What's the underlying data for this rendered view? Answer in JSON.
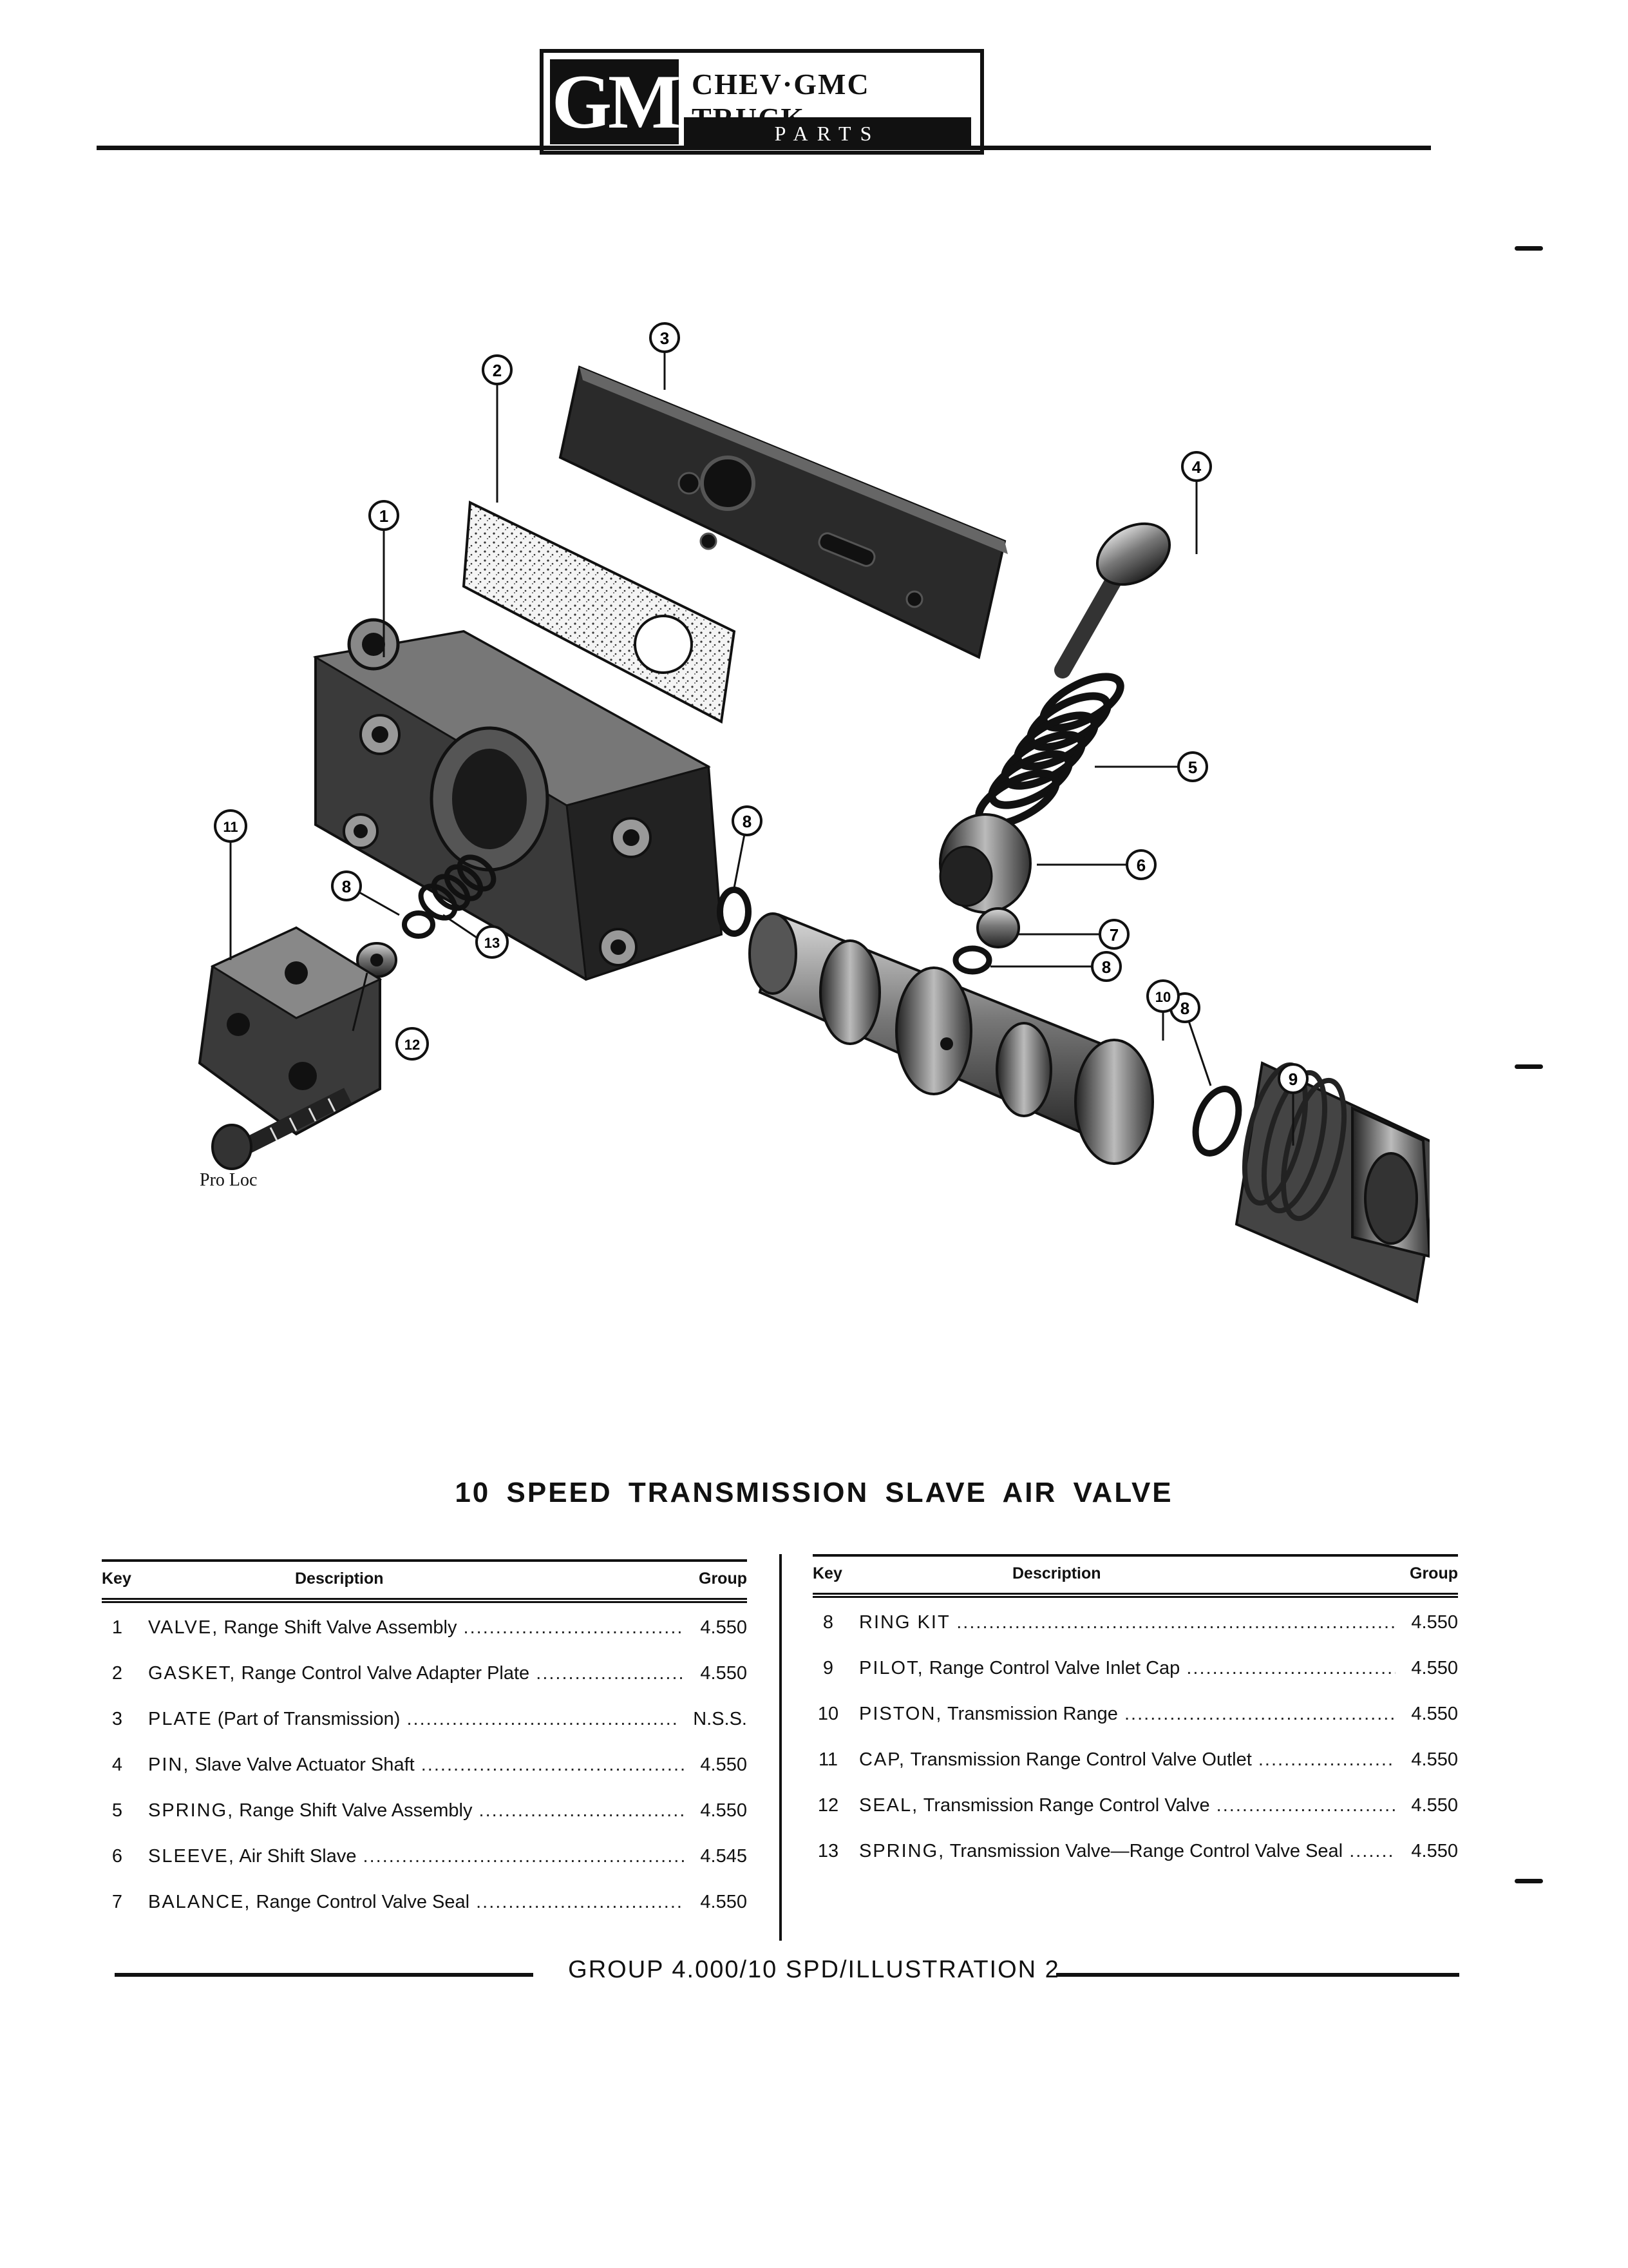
{
  "header": {
    "logo": "GM",
    "title": "CHEV·GMC TRUCK",
    "subtitle": "PARTS CATALOGUE"
  },
  "diagram": {
    "callouts": [
      "1",
      "2",
      "3",
      "4",
      "5",
      "6",
      "7",
      "8",
      "9",
      "10",
      "11",
      "12",
      "13"
    ],
    "annotation": "Pro Loc"
  },
  "title": "10 SPEED TRANSMISSION SLAVE AIR VALVE",
  "table_headers": {
    "key": "Key",
    "description": "Description",
    "group": "Group"
  },
  "left_table": [
    {
      "key": "1",
      "name": "VALVE,",
      "detail": " Range Shift Valve Assembly",
      "group": "4.550"
    },
    {
      "key": "2",
      "name": "GASKET,",
      "detail": " Range Control Valve Adapter Plate",
      "group": "4.550"
    },
    {
      "key": "3",
      "name": "PLATE",
      "detail": " (Part of Transmission)",
      "group": "N.S.S."
    },
    {
      "key": "4",
      "name": "PIN,",
      "detail": " Slave Valve Actuator Shaft",
      "group": "4.550"
    },
    {
      "key": "5",
      "name": "SPRING,",
      "detail": " Range Shift Valve Assembly",
      "group": "4.550"
    },
    {
      "key": "6",
      "name": "SLEEVE,",
      "detail": " Air Shift Slave",
      "group": "4.545"
    },
    {
      "key": "7",
      "name": "BALANCE,",
      "detail": " Range Control Valve Seal",
      "group": "4.550"
    }
  ],
  "right_table": [
    {
      "key": "8",
      "name": "RING KIT",
      "detail": "",
      "group": "4.550"
    },
    {
      "key": "9",
      "name": "PILOT,",
      "detail": " Range Control Valve Inlet Cap",
      "group": "4.550"
    },
    {
      "key": "10",
      "name": "PISTON,",
      "detail": " Transmission Range",
      "group": "4.550"
    },
    {
      "key": "11",
      "name": "CAP,",
      "detail": " Transmission Range Control Valve Outlet",
      "group": "4.550"
    },
    {
      "key": "12",
      "name": "SEAL,",
      "detail": " Transmission Range Control Valve",
      "group": "4.550"
    },
    {
      "key": "13",
      "name": "SPRING,",
      "detail": " Transmission Valve—Range Control Valve Seal",
      "group": "4.550"
    }
  ],
  "footer": "GROUP 4.000/10 SPD/ILLUSTRATION 2",
  "colors": {
    "ink": "#111111",
    "paper": "#ffffff"
  }
}
